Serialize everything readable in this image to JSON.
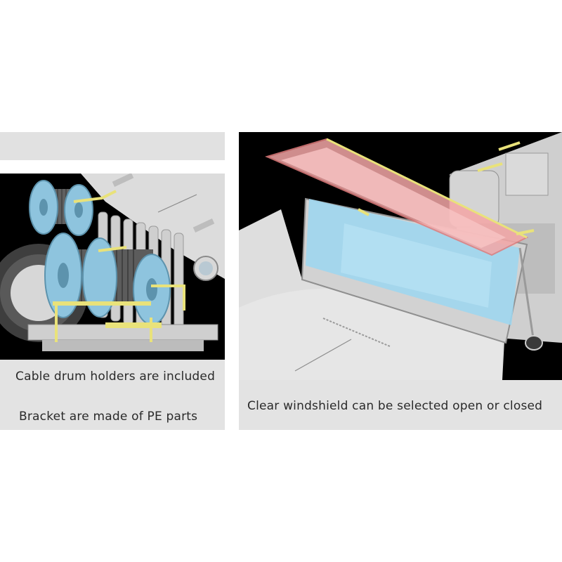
{
  "captions": {
    "cable_drum": "Cable drum holders are included",
    "bracket": "Bracket are made of PE parts",
    "windshield": "Clear windshield can be selected open or closed"
  },
  "colors": {
    "background": "#ffffff",
    "panel": "#e3e3e3",
    "render_bg": "#000000",
    "drum_blue": "#8ec4de",
    "pe_yellow": "#e9e27a",
    "glass_pink": "#f4a6a6",
    "glass_blue": "#9fd6ee"
  }
}
